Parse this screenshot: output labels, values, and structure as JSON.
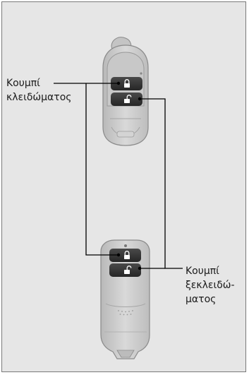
{
  "labels": {
    "lock": [
      "Κουμπί",
      "κλειδώματος"
    ],
    "unlock": [
      "Κουμπί",
      "ξεκλειδώ-",
      "ματος"
    ]
  },
  "icons": {
    "lock_button": "locked-padlock-icon",
    "unlock_button": "unlocked-padlock-icon"
  },
  "colors": {
    "background": "#e6e6e6",
    "key_body": "#cfcfcf",
    "button": "#333333",
    "leader_line": "#000000"
  }
}
